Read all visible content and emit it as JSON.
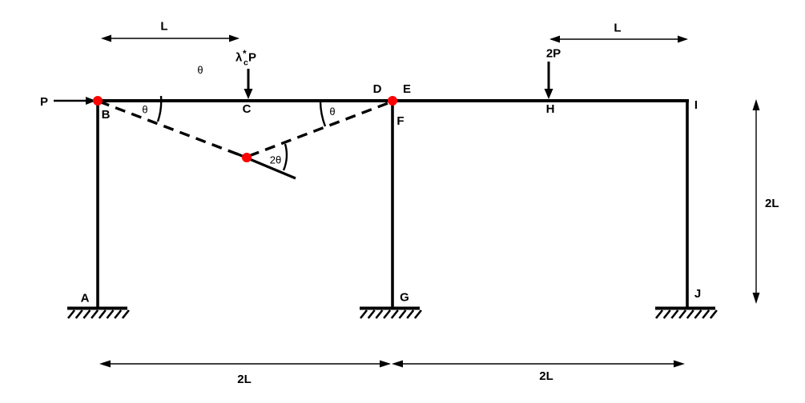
{
  "colors": {
    "stroke": "#000000",
    "hinge": "#ff0000"
  },
  "nodes": {
    "A": "A",
    "B": "B",
    "C": "C",
    "D": "D",
    "E": "E",
    "F": "F",
    "G": "G",
    "H": "H",
    "I": "I",
    "J": "J"
  },
  "loads": {
    "p": "P",
    "two_p": "2P",
    "lambda_sym": "λ",
    "lambda_sup": "*",
    "lambda_sub": "c",
    "lambda_p": "P"
  },
  "dims": {
    "top_left": "L",
    "top_right": "L",
    "bottom_left": "2L",
    "bottom_right": "2L",
    "right_side": "2L"
  },
  "angles": {
    "free_theta": "θ",
    "theta_b": "θ",
    "theta_d": "θ",
    "two_theta": "2θ"
  }
}
